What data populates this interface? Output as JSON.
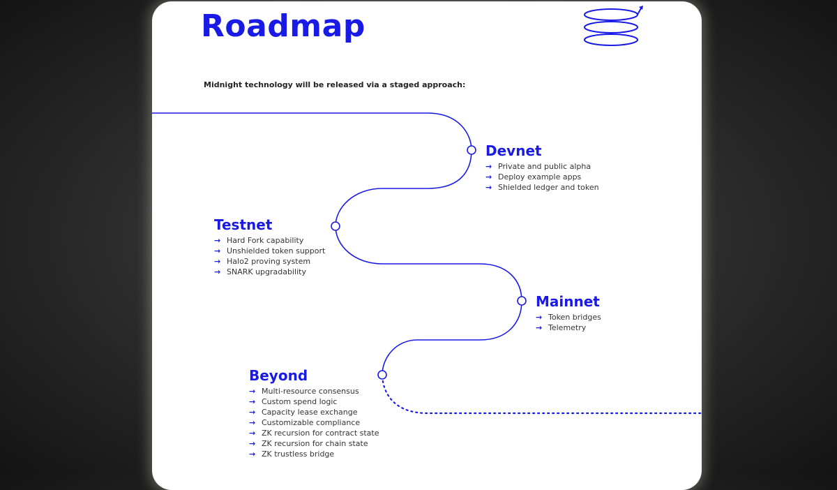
{
  "title": "Roadmap",
  "subtitle": "Midnight technology will be released via a staged approach:",
  "colors": {
    "accent": "#1a1ae6",
    "text": "#333333"
  },
  "stages": [
    {
      "name": "Devnet",
      "items": [
        "Private and public alpha",
        "Deploy example apps",
        "Shielded ledger and token"
      ]
    },
    {
      "name": "Testnet",
      "items": [
        "Hard Fork capability",
        "Unshielded token support",
        "Halo2 proving system",
        "SNARK upgradability"
      ]
    },
    {
      "name": "Mainnet",
      "items": [
        "Token bridges",
        "Telemetry"
      ]
    },
    {
      "name": "Beyond",
      "items": [
        "Multi-resource consensus",
        "Custom spend logic",
        "Capacity lease exchange",
        "Customizable compliance",
        "ZK recursion for contract state",
        "ZK recursion for chain state",
        "ZK trustless bridge"
      ]
    }
  ]
}
